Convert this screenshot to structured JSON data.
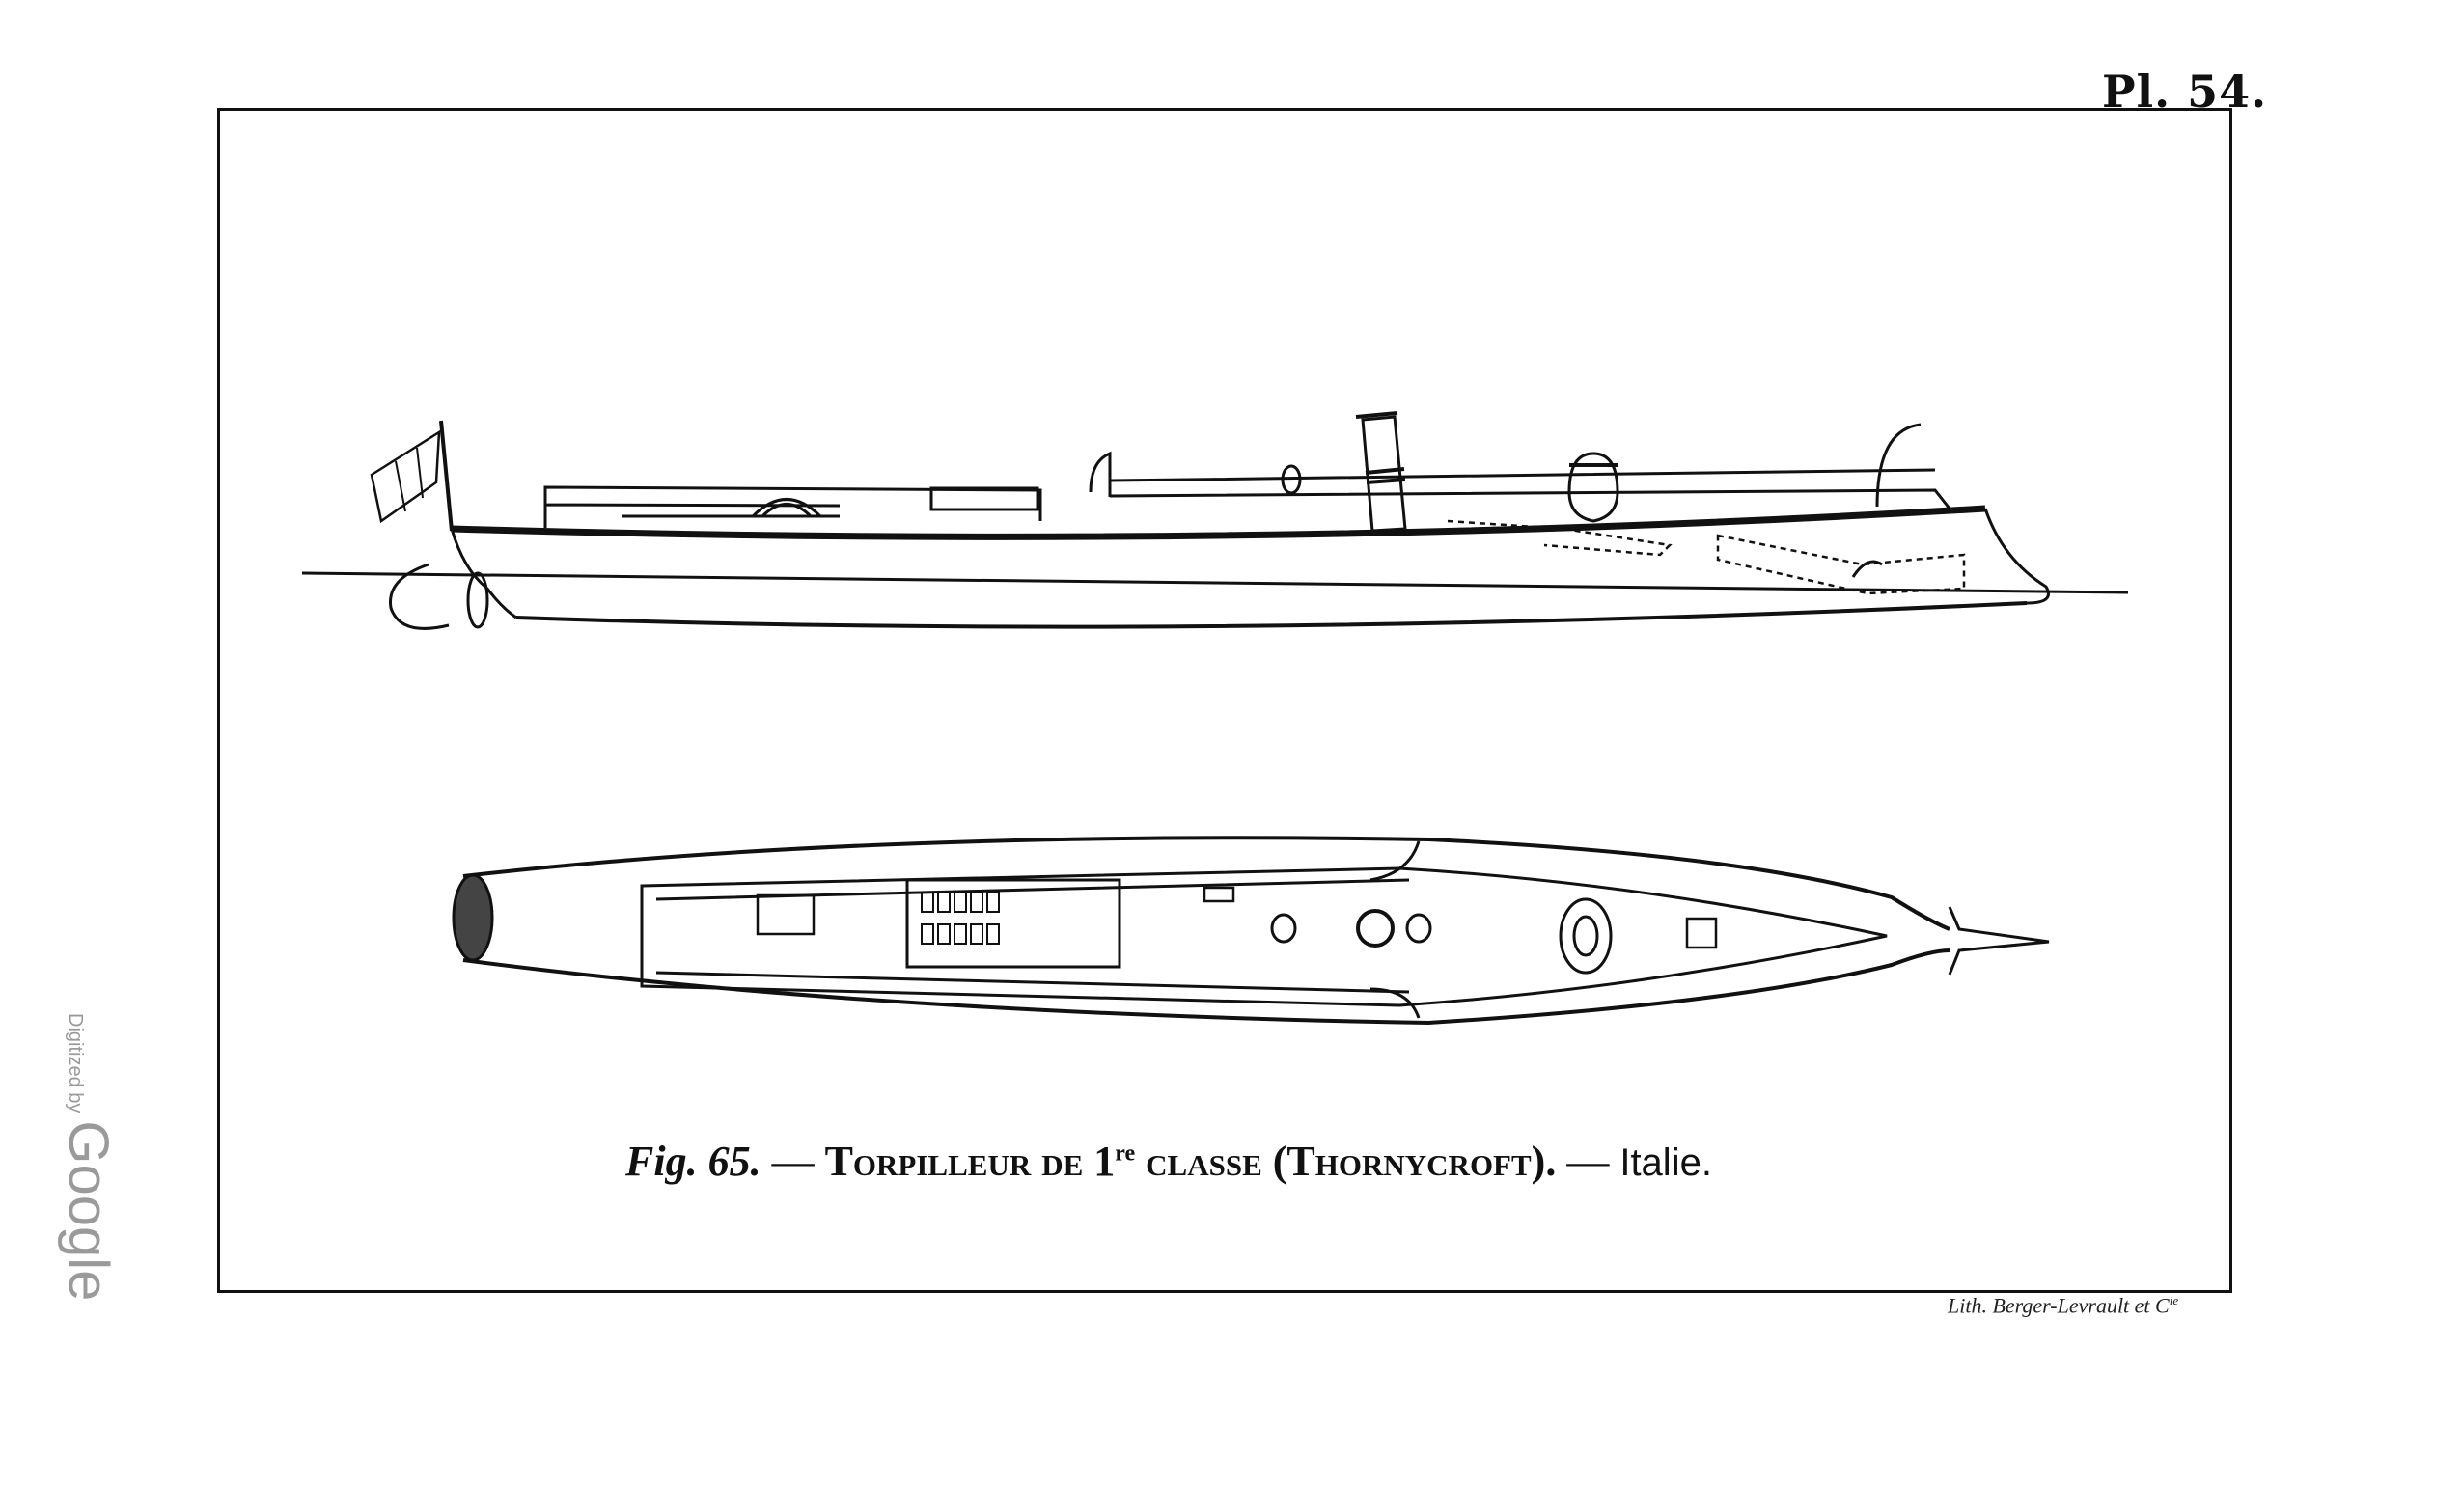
{
  "plate": {
    "number": "Pl. 54."
  },
  "caption": {
    "fig": "Fig. 65.",
    "dash1": " — ",
    "title_a": "Torpilleur de 1",
    "title_sup": "re",
    "title_b": " classe (Thornycroft).",
    "dash2": " — ",
    "country": "Italie."
  },
  "printer": {
    "text": "Lith. Berger-Levrault et C",
    "sup": "ie"
  },
  "watermark": {
    "small": "Digitized by",
    "big": "Google"
  }
}
